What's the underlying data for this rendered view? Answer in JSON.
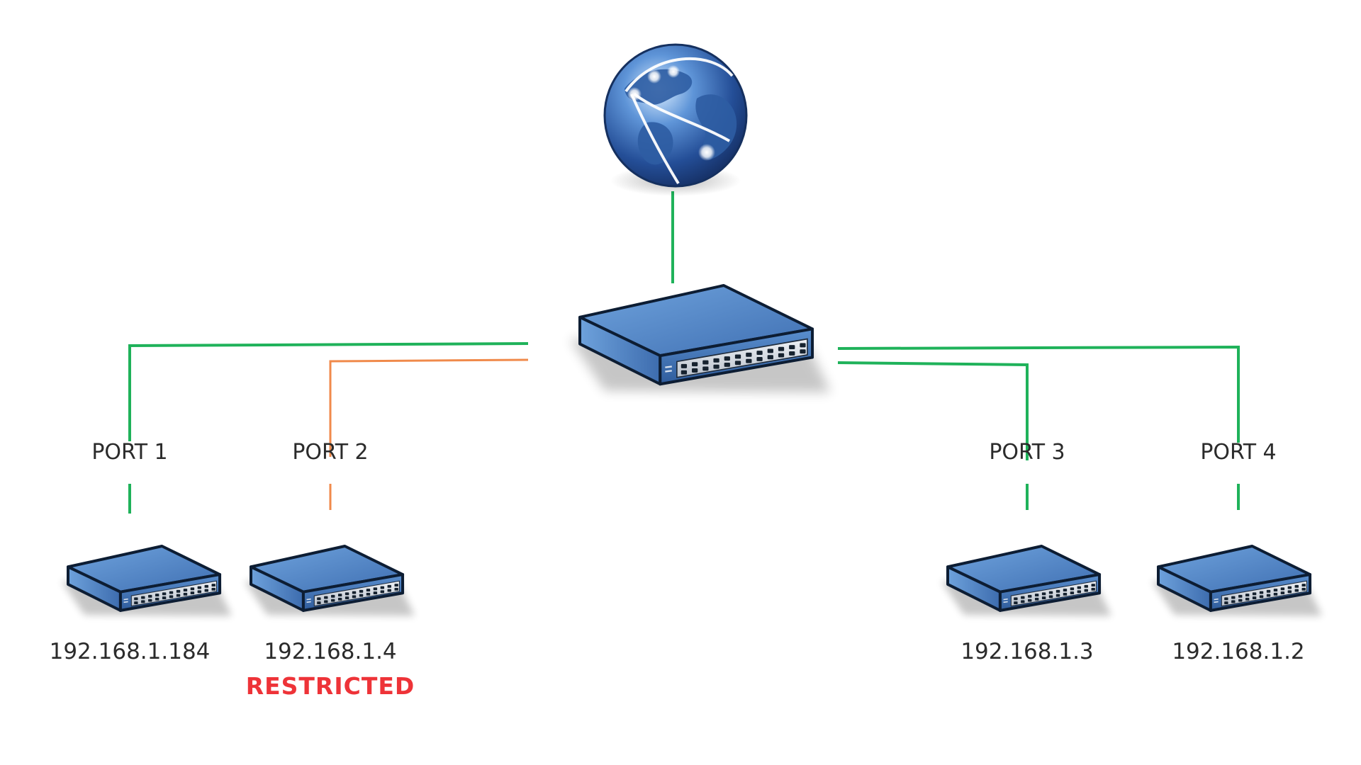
{
  "diagram": {
    "icons": {
      "internet": "globe-icon",
      "core": "network-switch-icon",
      "device": "network-switch-icon"
    },
    "colors": {
      "active_link": "#1fb25a",
      "restricted_link": "#f08a4b",
      "restricted_text": "#ee3338",
      "device_blue": "#4f86c6",
      "text": "#2b2b2b"
    },
    "ports": [
      {
        "label": "PORT 1",
        "ip": "192.168.1.184",
        "status": "",
        "link": "active"
      },
      {
        "label": "PORT 2",
        "ip": "192.168.1.4",
        "status": "RESTRICTED",
        "link": "restricted"
      },
      {
        "label": "PORT 3",
        "ip": "192.168.1.3",
        "status": "",
        "link": "active"
      },
      {
        "label": "PORT 4",
        "ip": "192.168.1.2",
        "status": "",
        "link": "active"
      }
    ]
  }
}
